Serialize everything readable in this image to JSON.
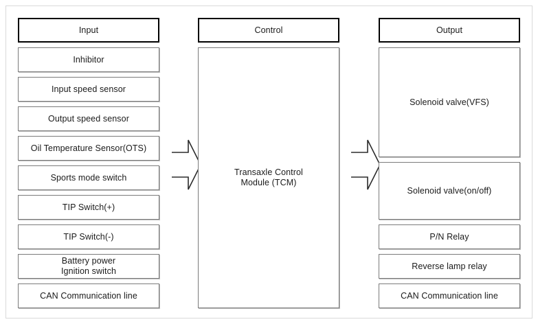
{
  "diagram": {
    "title": "Transaxle Control Module input / control / output block diagram",
    "border_color": "#d9d9d9",
    "box_border_color": "#7a7a7a",
    "header_border_color": "#000000",
    "background": "#ffffff"
  },
  "columns": {
    "input": {
      "header": "Input",
      "items": [
        {
          "label": "Inhibitor"
        },
        {
          "label": "Input speed sensor"
        },
        {
          "label": "Output speed sensor"
        },
        {
          "label": "Oil Temperature Sensor(OTS)"
        },
        {
          "label": "Sports mode switch"
        },
        {
          "label": "TIP Switch(+)"
        },
        {
          "label": "TIP Switch(-)"
        },
        {
          "label": "Battery power\nIgnition switch"
        },
        {
          "label": "CAN Communication line"
        }
      ]
    },
    "control": {
      "header": "Control",
      "items": [
        {
          "label": "Transaxle Control\nModule (TCM)"
        }
      ]
    },
    "output": {
      "header": "Output",
      "items": [
        {
          "label": "Solenoid valve(VFS)"
        },
        {
          "label": "Solenoid valve(on/off)"
        },
        {
          "label": "P/N Relay"
        },
        {
          "label": "Reverse lamp relay"
        },
        {
          "label": "CAN Communication line"
        }
      ]
    }
  },
  "arrows": [
    {
      "name": "input-to-control-arrow",
      "direction": "right"
    },
    {
      "name": "control-to-output-arrow",
      "direction": "right"
    }
  ]
}
